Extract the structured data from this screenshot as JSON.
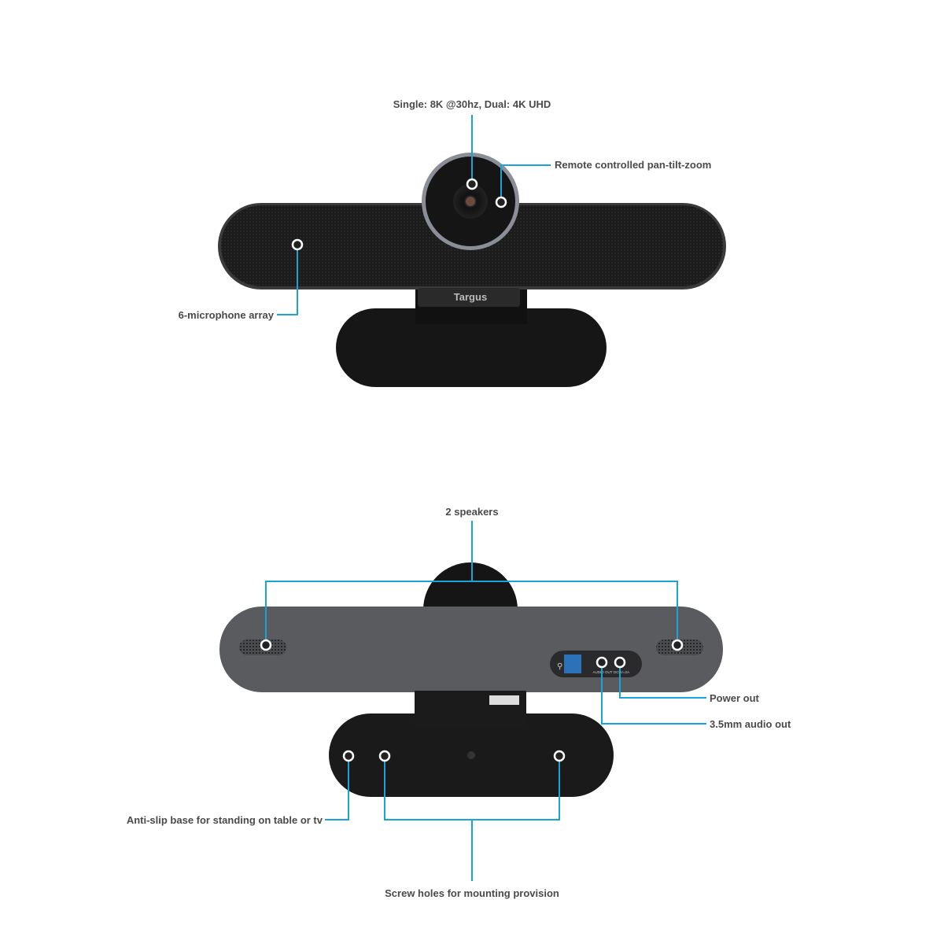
{
  "brand_logo": "Targus",
  "front_view": {
    "callouts": [
      {
        "id": "camera",
        "label": "Single: 8K @30hz, Dual: 4K UHD"
      },
      {
        "id": "ptz",
        "label": "Remote controlled pan-tilt-zoom"
      },
      {
        "id": "mic",
        "label": "6-microphone array"
      }
    ]
  },
  "back_view": {
    "callouts": [
      {
        "id": "speakers",
        "label": "2 speakers"
      },
      {
        "id": "power",
        "label": "Power out"
      },
      {
        "id": "audio",
        "label": "3.5mm audio out"
      },
      {
        "id": "antislip",
        "label": "Anti-slip base for standing on table or tv"
      },
      {
        "id": "screws",
        "label": "Screw holes for mounting provision"
      }
    ],
    "port_labels": [
      "AUDIO OUT",
      "DC5V=2A"
    ]
  },
  "colors": {
    "leader_line": "#1aa3d9",
    "device_body": "#1f1f1f",
    "back_panel": "#5a5b5e"
  }
}
